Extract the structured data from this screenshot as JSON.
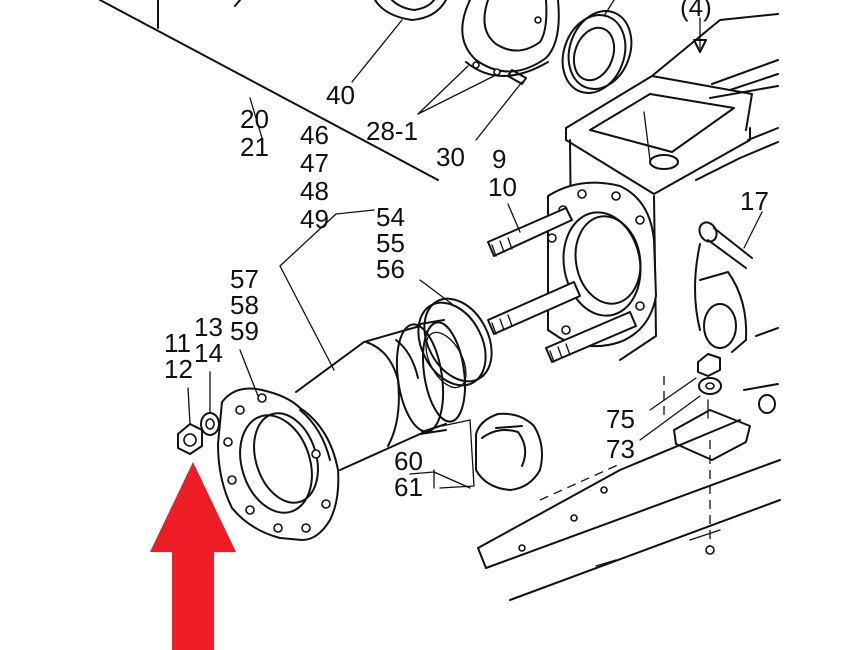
{
  "labels": {
    "p4": "(4)",
    "p40": "40",
    "p28_1": "28-1",
    "p30": "30",
    "p20": "20",
    "p21": "21",
    "p46": "46",
    "p47": "47",
    "p48": "48",
    "p49": "49",
    "p9": "9",
    "p10": "10",
    "p17": "17",
    "p54": "54",
    "p55": "55",
    "p56": "56",
    "p57": "57",
    "p58": "58",
    "p59": "59",
    "p13": "13",
    "p14": "14",
    "p11": "11",
    "p12": "12",
    "p75": "75",
    "p73": "73",
    "p60": "60",
    "p61": "61"
  },
  "colors": {
    "line": "#111111",
    "background": "#ffffff",
    "arrow": "#ee1c25"
  },
  "indicator": {
    "icon": "red-up-arrow-icon"
  }
}
